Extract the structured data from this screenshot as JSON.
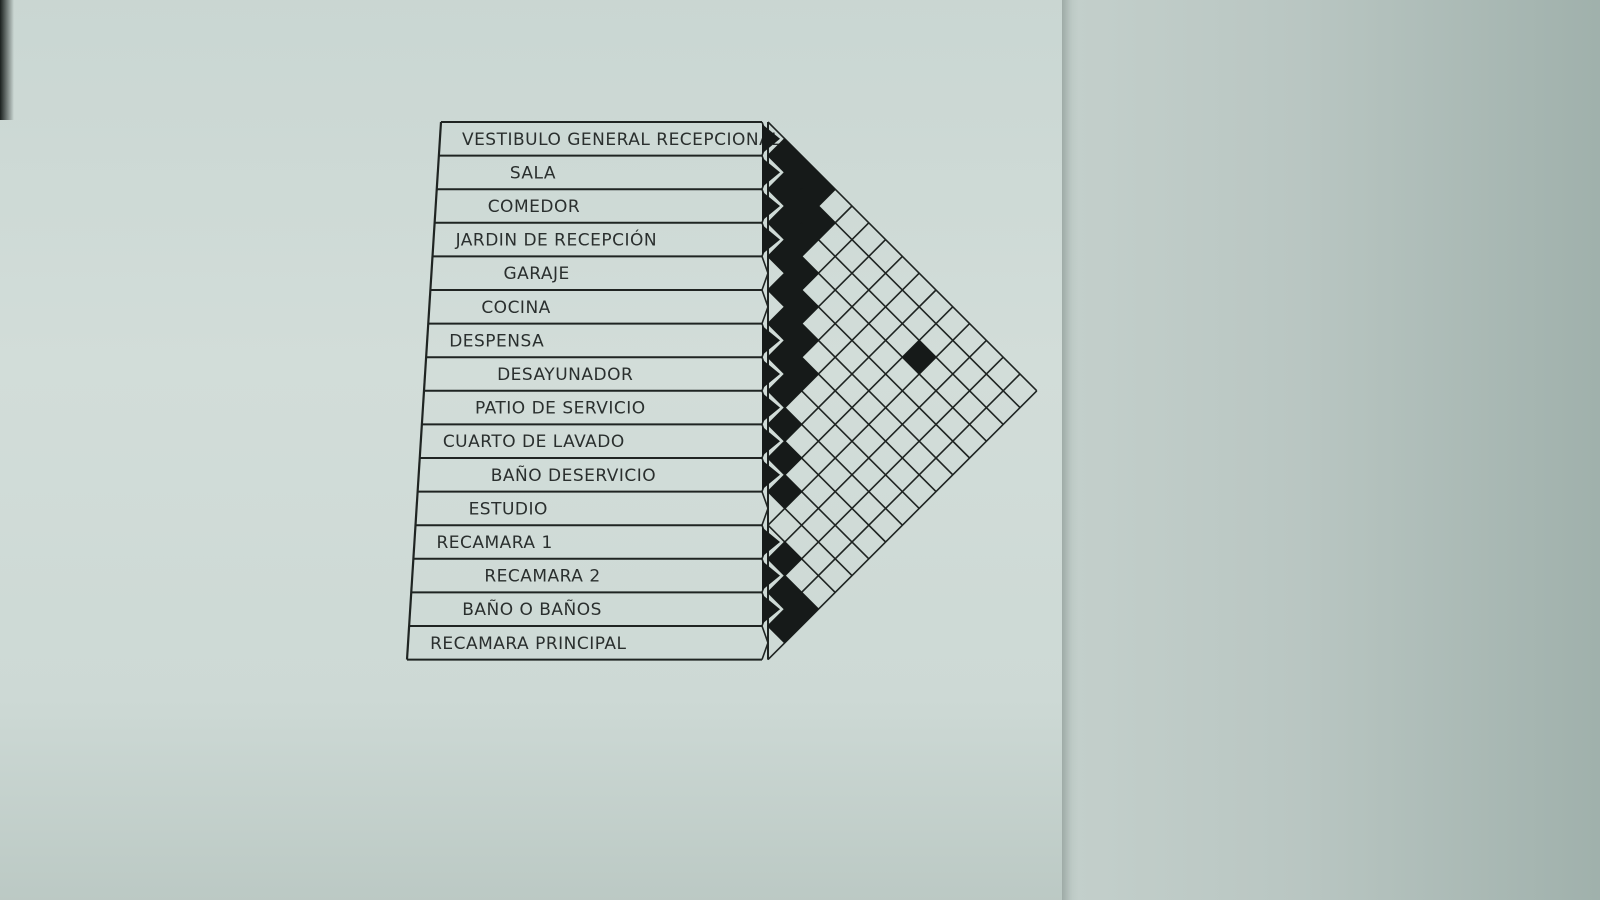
{
  "rooms": [
    "VESTIBULO GENERAL RECEPCIONAL",
    "SALA",
    "COMEDOR",
    "JARDIN DE RECEPCIÓN",
    "GARAJE",
    "COCINA",
    "DESPENSA",
    "DESAYUNADOR",
    "PATIO DE SERVICIO",
    "CUARTO DE LAVADO",
    "BAÑO DESERVICIO",
    "ESTUDIO",
    "RECAMARA 1",
    "RECAMARA 2",
    "BAÑO O BAÑOS",
    "RECAMARA PRINCIPAL"
  ],
  "filled_cells": [
    [
      0,
      1
    ],
    [
      1,
      2
    ],
    [
      0,
      2
    ],
    [
      1,
      3
    ],
    [
      2,
      3
    ],
    [
      1,
      4
    ],
    [
      2,
      4
    ],
    [
      3,
      4
    ],
    [
      0,
      3
    ],
    [
      3,
      5
    ],
    [
      4,
      5
    ],
    [
      4,
      6
    ],
    [
      5,
      6
    ],
    [
      6,
      7
    ],
    [
      5,
      7
    ],
    [
      6,
      8
    ],
    [
      2,
      11
    ],
    [
      7,
      8
    ],
    [
      8,
      9
    ],
    [
      9,
      10
    ],
    [
      10,
      11
    ],
    [
      12,
      13
    ],
    [
      13,
      14
    ],
    [
      14,
      15
    ],
    [
      13,
      15
    ]
  ],
  "colors": {
    "ink": "#1f2422",
    "filled": "#161a19",
    "paper": "#cfdad6"
  }
}
